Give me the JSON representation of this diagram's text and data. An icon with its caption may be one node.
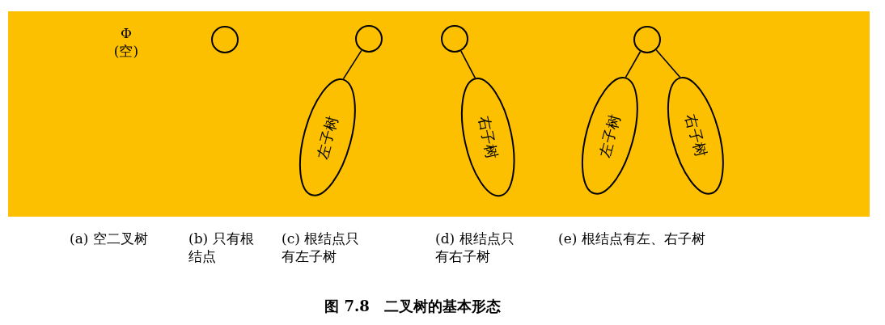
{
  "diagram": {
    "caption": "图 7.8　二叉树的基本形态",
    "nodes": [
      {
        "text": [],
        "shape": "circle"
      },
      {
        "text": [],
        "shape": "circle"
      },
      {
        "text": [
          "左子树"
        ]
      },
      {
        "text": [],
        "shape": "circle"
      },
      {
        "text": [
          "右子树"
        ]
      },
      {
        "text": [],
        "shape": "circle"
      },
      {
        "text": [
          "左子树"
        ]
      },
      {
        "text": [
          "右子树"
        ]
      }
    ],
    "edges": [
      {
        "from": 1,
        "to": 2,
        "arrow": "none"
      },
      {
        "from": 3,
        "to": 4,
        "arrow": "none"
      },
      {
        "from": 5,
        "to": 6,
        "arrow": "none"
      },
      {
        "from": 5,
        "to": 7,
        "arrow": "none"
      }
    ],
    "labels": [
      "Φ (空)",
      "(a) 空二叉树",
      "(b) 只有根结点",
      "(c) 根结点只有左子树",
      "(d) 根结点只有右子树",
      "(e) 根结点有左、右子树"
    ]
  }
}
